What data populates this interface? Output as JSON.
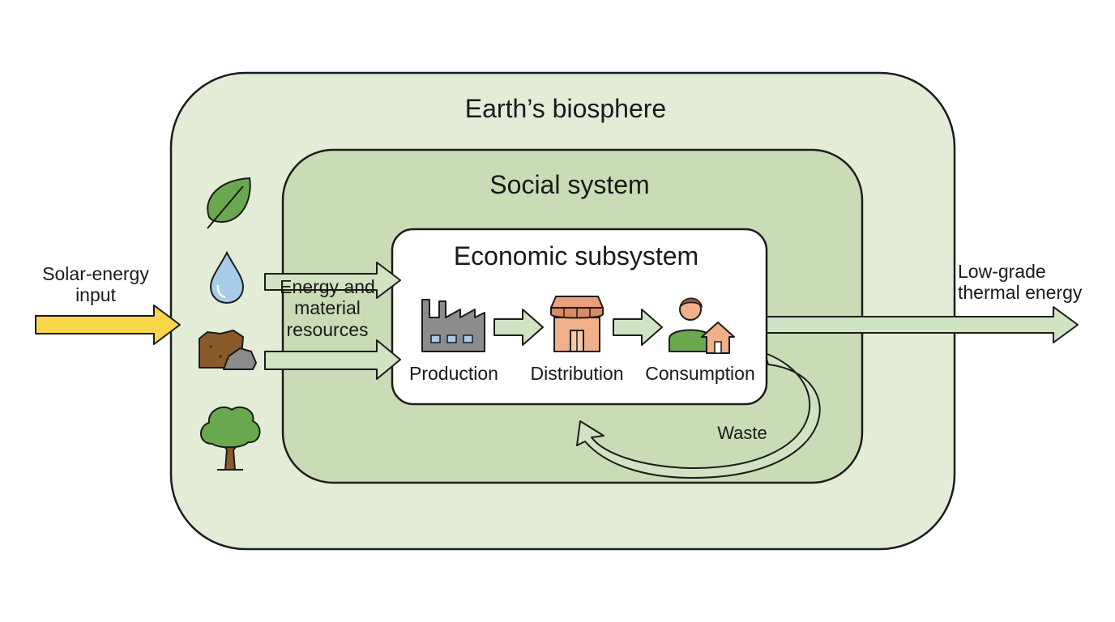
{
  "biosphere": {
    "title": "Earth’s biosphere"
  },
  "social": {
    "title": "Social system"
  },
  "economy": {
    "title": "Economic subsystem",
    "stages": [
      {
        "label": "Production",
        "icon": "factory-icon"
      },
      {
        "label": "Distribution",
        "icon": "store-icon"
      },
      {
        "label": "Consumption",
        "icon": "consumer-home-icon"
      }
    ]
  },
  "inputs": {
    "solar_line1": "Solar-energy",
    "solar_line2": "input",
    "resources_line1": "Energy and",
    "resources_line2": "material",
    "resources_line3": "resources"
  },
  "outputs": {
    "thermal_line1": "Low-grade",
    "thermal_line2": "thermal energy",
    "waste": "Waste"
  },
  "resource_icons": [
    "leaf-icon",
    "water-drop-icon",
    "soil-rock-icon",
    "tree-icon"
  ],
  "colors": {
    "biosphere_fill": "#e2ecd6",
    "social_fill": "#c9dcb5",
    "economy_fill": "#ffffff",
    "arrow_fill": "#d0e3c2",
    "solar_arrow": "#f7d64a",
    "outline": "#1c1c1c"
  }
}
